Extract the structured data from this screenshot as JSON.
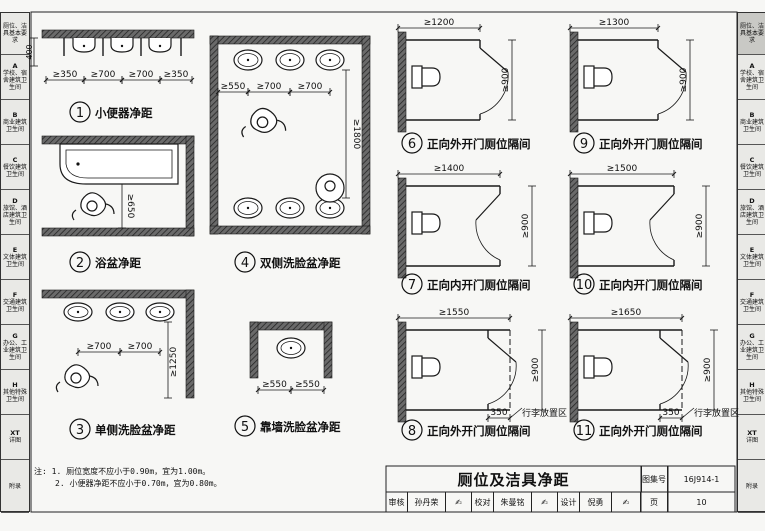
{
  "side_tabs": [
    {
      "letter": "",
      "label": "厕位、洁具基本要求"
    },
    {
      "letter": "A",
      "label": "学校、宿舍建筑卫生间"
    },
    {
      "letter": "B",
      "label": "商业建筑卫生间"
    },
    {
      "letter": "C",
      "label": "餐饮建筑卫生间"
    },
    {
      "letter": "D",
      "label": "旅馆、酒店建筑卫生间"
    },
    {
      "letter": "E",
      "label": "文体建筑卫生间"
    },
    {
      "letter": "F",
      "label": "交通建筑卫生间"
    },
    {
      "letter": "G",
      "label": "办公、工业建筑卫生间"
    },
    {
      "letter": "H",
      "label": "其他特殊卫生间"
    },
    {
      "letter": "XT",
      "label": "详图"
    },
    {
      "letter": "",
      "label": "附录"
    }
  ],
  "diagrams": {
    "d1": {
      "num": "1",
      "caption": "小便器净距",
      "dims": [
        "400",
        "≥350",
        "≥700",
        "≥700",
        "≥350"
      ]
    },
    "d2": {
      "num": "2",
      "caption": "浴盆净距",
      "dims": [
        "≥650"
      ]
    },
    "d3": {
      "num": "3",
      "caption": "单侧洗脸盆净距",
      "dims": [
        "≥700",
        "≥700",
        "≥1250"
      ]
    },
    "d4": {
      "num": "4",
      "caption": "双侧洗脸盆净距",
      "dims": [
        "≥550",
        "≥700",
        "≥700",
        "≥1800"
      ]
    },
    "d5": {
      "num": "5",
      "caption": "靠墙洗脸盆净距",
      "dims": [
        "≥550",
        "≥550"
      ]
    },
    "d6": {
      "num": "6",
      "caption": "正向外开门厕位隔间",
      "dims": [
        "≥1200",
        "≥900"
      ]
    },
    "d7": {
      "num": "7",
      "caption": "正向内开门厕位隔间",
      "dims": [
        "≥1400",
        "≥900"
      ]
    },
    "d8": {
      "num": "8",
      "caption": "正向外开门厕位隔间",
      "dims": [
        "≥1550",
        "≥900",
        "350"
      ],
      "zone": "行李放置区"
    },
    "d9": {
      "num": "9",
      "caption": "正向外开门厕位隔间",
      "dims": [
        "≥1300",
        "≥900"
      ]
    },
    "d10": {
      "num": "10",
      "caption": "正向内开门厕位隔间",
      "dims": [
        "≥1500",
        "≥900"
      ]
    },
    "d11": {
      "num": "11",
      "caption": "正向外开门厕位隔间",
      "dims": [
        "≥1650",
        "≥900",
        "350"
      ],
      "zone": "行李放置区"
    }
  },
  "notes": {
    "label": "注:",
    "items": [
      "1. 厕位宽度不应小于0.90m，宜为1.00m。",
      "2. 小便器净距不应小于0.70m，宜为0.80m。"
    ]
  },
  "title_block": {
    "title": "厕位及洁具净距",
    "atlas_label": "图集号",
    "atlas_no": "16J914-1",
    "review_label": "审核",
    "reviewer": "孙丹荣",
    "check_label": "校对",
    "checker": "朱曼铭",
    "design_label": "设计",
    "designer": "倪勇",
    "page_label": "页",
    "page_no": "10"
  },
  "colors": {
    "line": "#1a1a1a",
    "wall": "#4a4a4a",
    "active_tab": "#c9c9c5"
  }
}
